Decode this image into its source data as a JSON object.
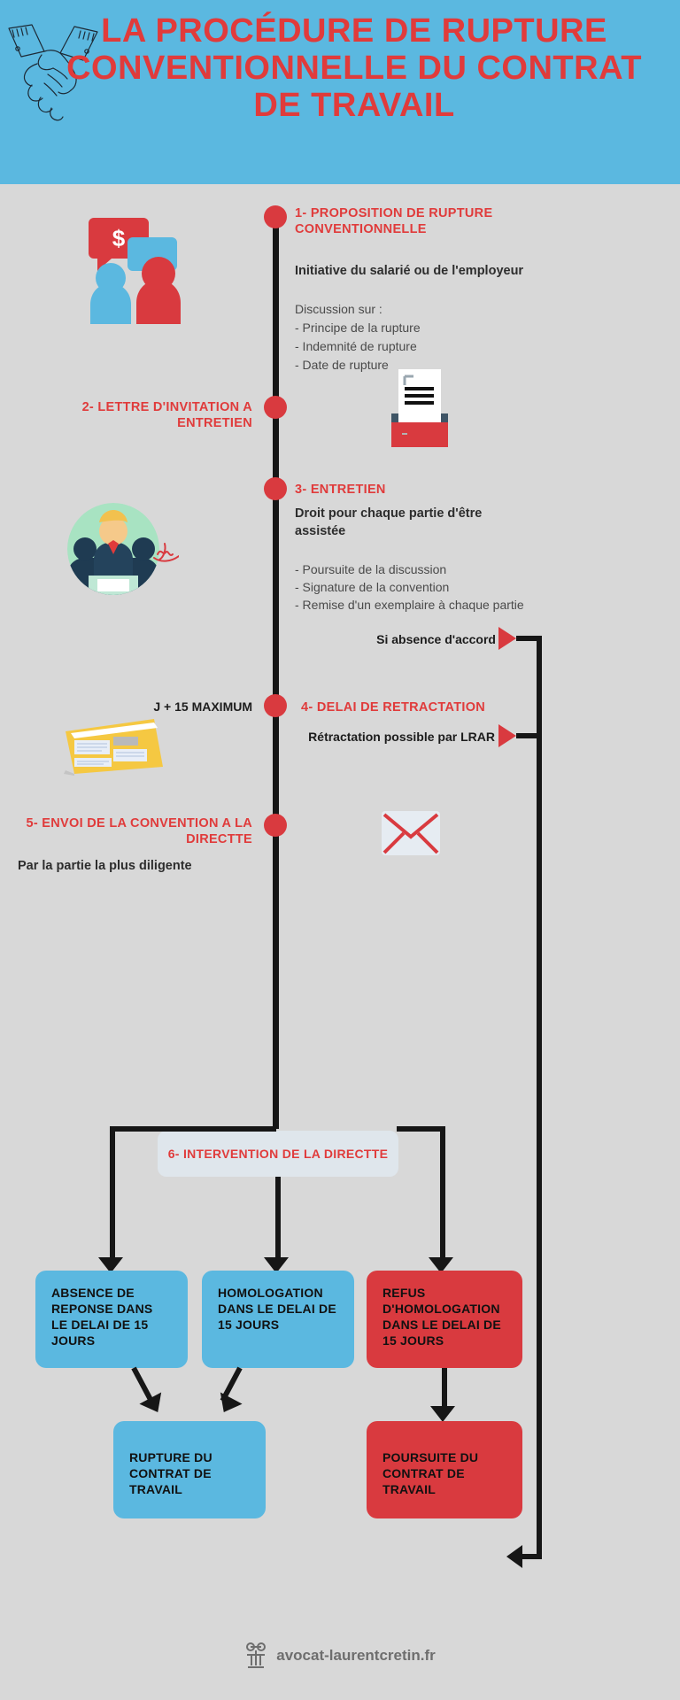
{
  "header": {
    "title": "LA PROCÉDURE DE RUPTURE CONVENTIONNELLE DU CONTRAT DE TRAVAIL",
    "background_color": "#5bb8e0",
    "title_color": "#e03b3b",
    "icon": "handshake-icon"
  },
  "colors": {
    "page_background": "#d8d8d8",
    "accent_red": "#d93a3f",
    "accent_blue": "#5bb8e0",
    "line_black": "#161616",
    "directte_box": "#dfe6ec"
  },
  "steps": [
    {
      "id": "step-1",
      "heading": "1- PROPOSITION DE RUPTURE CONVENTIONNELLE",
      "subheading": "Initiative du salarié ou de l'employeur",
      "list_intro": "Discussion sur :",
      "list": [
        "- Principe de la rupture",
        "- Indemnité de rupture",
        "- Date de rupture"
      ],
      "icon": "speech-bubbles-dollar-icon"
    },
    {
      "id": "step-2",
      "heading": "2- LETTRE D'INVITATION A ENTRETIEN",
      "icon": "printer-document-icon"
    },
    {
      "id": "step-3",
      "heading": "3- ENTRETIEN",
      "subheading": "Droit pour chaque partie d'être assistée",
      "list": [
        "- Poursuite de la discussion",
        "- Signature de la convention",
        "- Remise d'un exemplaire à chaque partie"
      ],
      "icon": "handshake-meeting-signature-icon"
    },
    {
      "id": "step-4",
      "heading": "4- DELAI DE RETRACTATION",
      "left_label": "J + 15 MAXIMUM",
      "subheading": "Rétractation possible par LRAR",
      "icon": "envelope-letter-icon"
    },
    {
      "id": "step-5",
      "heading": "5- ENVOI DE LA CONVENTION A LA DIRECTTE",
      "subheading": "Par la partie la plus diligente",
      "icon": "mail-envelope-icon"
    },
    {
      "id": "step-6",
      "heading": "6- INTERVENTION DE LA DIRECTTE"
    }
  ],
  "branch_labels": {
    "no_agreement": "Si absence d'accord",
    "retraction": "Rétractation possible par LRAR"
  },
  "outcomes": [
    {
      "id": "outcome-absence",
      "label": "ABSENCE DE REPONSE DANS LE DELAI DE 15 JOURS",
      "color": "blue"
    },
    {
      "id": "outcome-homologation",
      "label": "HOMOLOGATION DANS LE DELAI DE 15 JOURS",
      "color": "blue"
    },
    {
      "id": "outcome-refus",
      "label": "REFUS D'HOMOLOGATION DANS LE DELAI DE 15 JOURS",
      "color": "red"
    }
  ],
  "results": [
    {
      "id": "result-rupture",
      "label": "RUPTURE DU CONTRAT DE TRAVAIL",
      "color": "blue"
    },
    {
      "id": "result-poursuite",
      "label": "POURSUITE DU CONTRAT DE TRAVAIL",
      "color": "red"
    }
  ],
  "footer": {
    "site": "avocat-laurentcretin.fr",
    "icon": "law-column-icon"
  }
}
